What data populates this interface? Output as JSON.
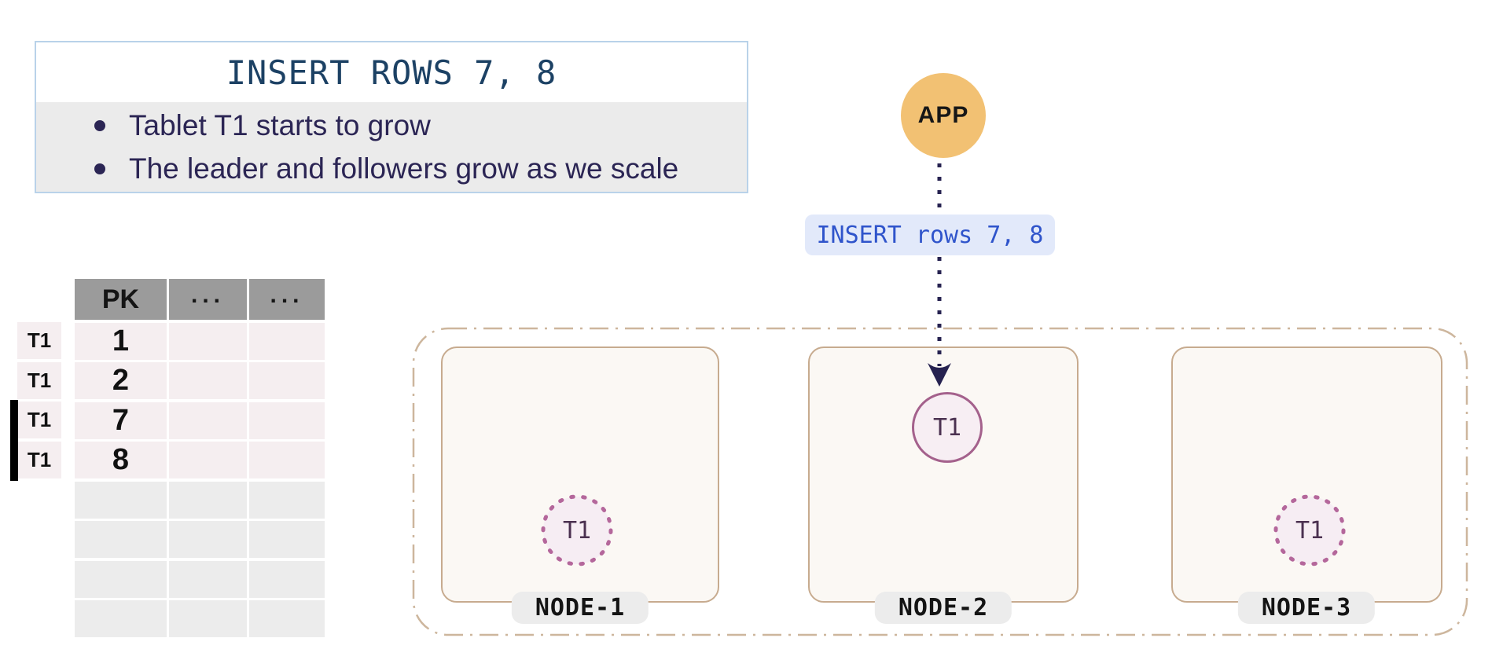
{
  "info_box": {
    "title": "INSERT ROWS 7, 8",
    "bullets": [
      "Tablet T1 starts to grow",
      "The leader and followers grow as we scale"
    ]
  },
  "app": {
    "label": "APP"
  },
  "query_label": {
    "text": "INSERT rows 7, 8"
  },
  "table": {
    "headers": [
      "PK",
      "...",
      "..."
    ],
    "rows": [
      {
        "tablet": "T1",
        "pk": "1",
        "new_insert": false
      },
      {
        "tablet": "T1",
        "pk": "2",
        "new_insert": false
      },
      {
        "tablet": "T1",
        "pk": "7",
        "new_insert": true
      },
      {
        "tablet": "T1",
        "pk": "8",
        "new_insert": true
      }
    ],
    "empty_row_count": 4
  },
  "cluster": {
    "nodes": [
      {
        "name": "NODE-1",
        "tablets": [
          {
            "label": "T1",
            "role": "follower"
          }
        ]
      },
      {
        "name": "NODE-2",
        "tablets": [
          {
            "label": "T1",
            "role": "leader"
          }
        ]
      },
      {
        "name": "NODE-3",
        "tablets": [
          {
            "label": "T1",
            "role": "follower"
          }
        ]
      }
    ]
  },
  "colors": {
    "info_border": "#b9d2e9",
    "info_title_text": "#1c4164",
    "bullet_text": "#2b2554",
    "app_fill": "#f2c173",
    "query_pill_bg": "#e2e9fa",
    "query_pill_text": "#2f54cb",
    "arrow": "#262250",
    "cluster_border": "#cdb69d",
    "node_border": "#c7ab8f",
    "node_fill": "#fbf8f4",
    "leader_border": "#a4618c",
    "follower_dots": "#b4679b",
    "tablet_fill": "#f7eef3",
    "tablet_text": "#4b3150",
    "table_header_bg": "#9b9b9b",
    "table_row_pink": "#f5eef0",
    "table_row_gray": "#ececec",
    "insert_marker": "#000000"
  }
}
